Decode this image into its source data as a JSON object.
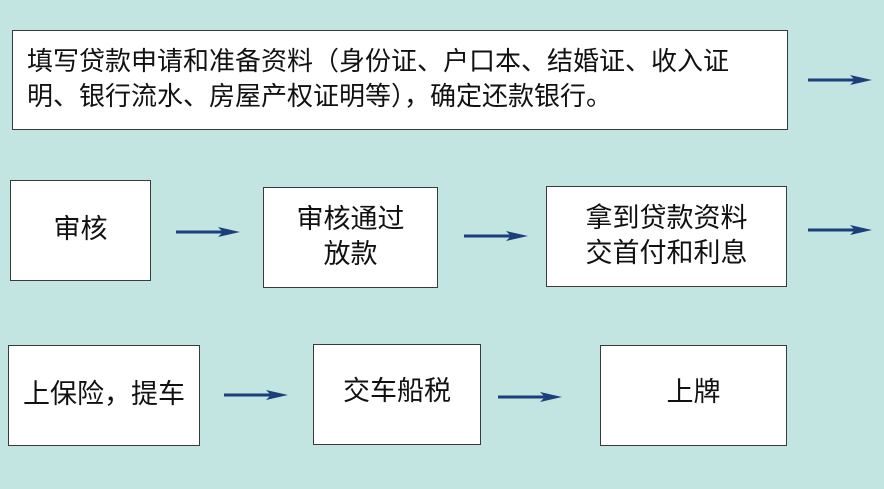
{
  "colors": {
    "background": "#c3e5e2",
    "arrow": "#1a3f7a",
    "box_fill": "#ffffff",
    "box_border": "#3a3a3a"
  },
  "steps": {
    "step1": "填写贷款申请和准备资料（身份证、户口本、结婚证、收入证明、银行流水、房屋产权证明等），确定还款银行。",
    "step2": "审核",
    "step3": "审核通过\n放款",
    "step4": "拿到贷款资料\n交首付和利息",
    "step5": "上保险，提车",
    "step6": "交车船税",
    "step7": "上牌"
  }
}
